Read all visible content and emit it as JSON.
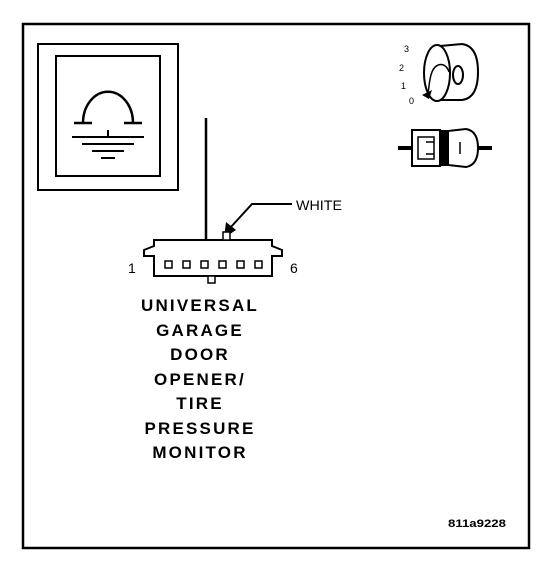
{
  "connector": {
    "wire_color": "WHITE",
    "pin_first": "1",
    "pin_last": "6"
  },
  "ignition_switch": {
    "positions": [
      "3",
      "2",
      "1",
      "0"
    ]
  },
  "component": {
    "name_lines": [
      "UNIVERSAL",
      "GARAGE",
      "DOOR",
      "OPENER/",
      "TIRE",
      "PRESSURE",
      "MONITOR"
    ]
  },
  "figure_id": "811a9228",
  "icons": {
    "ground_symbol": "ground-symbol-icon",
    "ignition_key": "ignition-key-icon",
    "connector_plug": "connector-plug-icon"
  }
}
